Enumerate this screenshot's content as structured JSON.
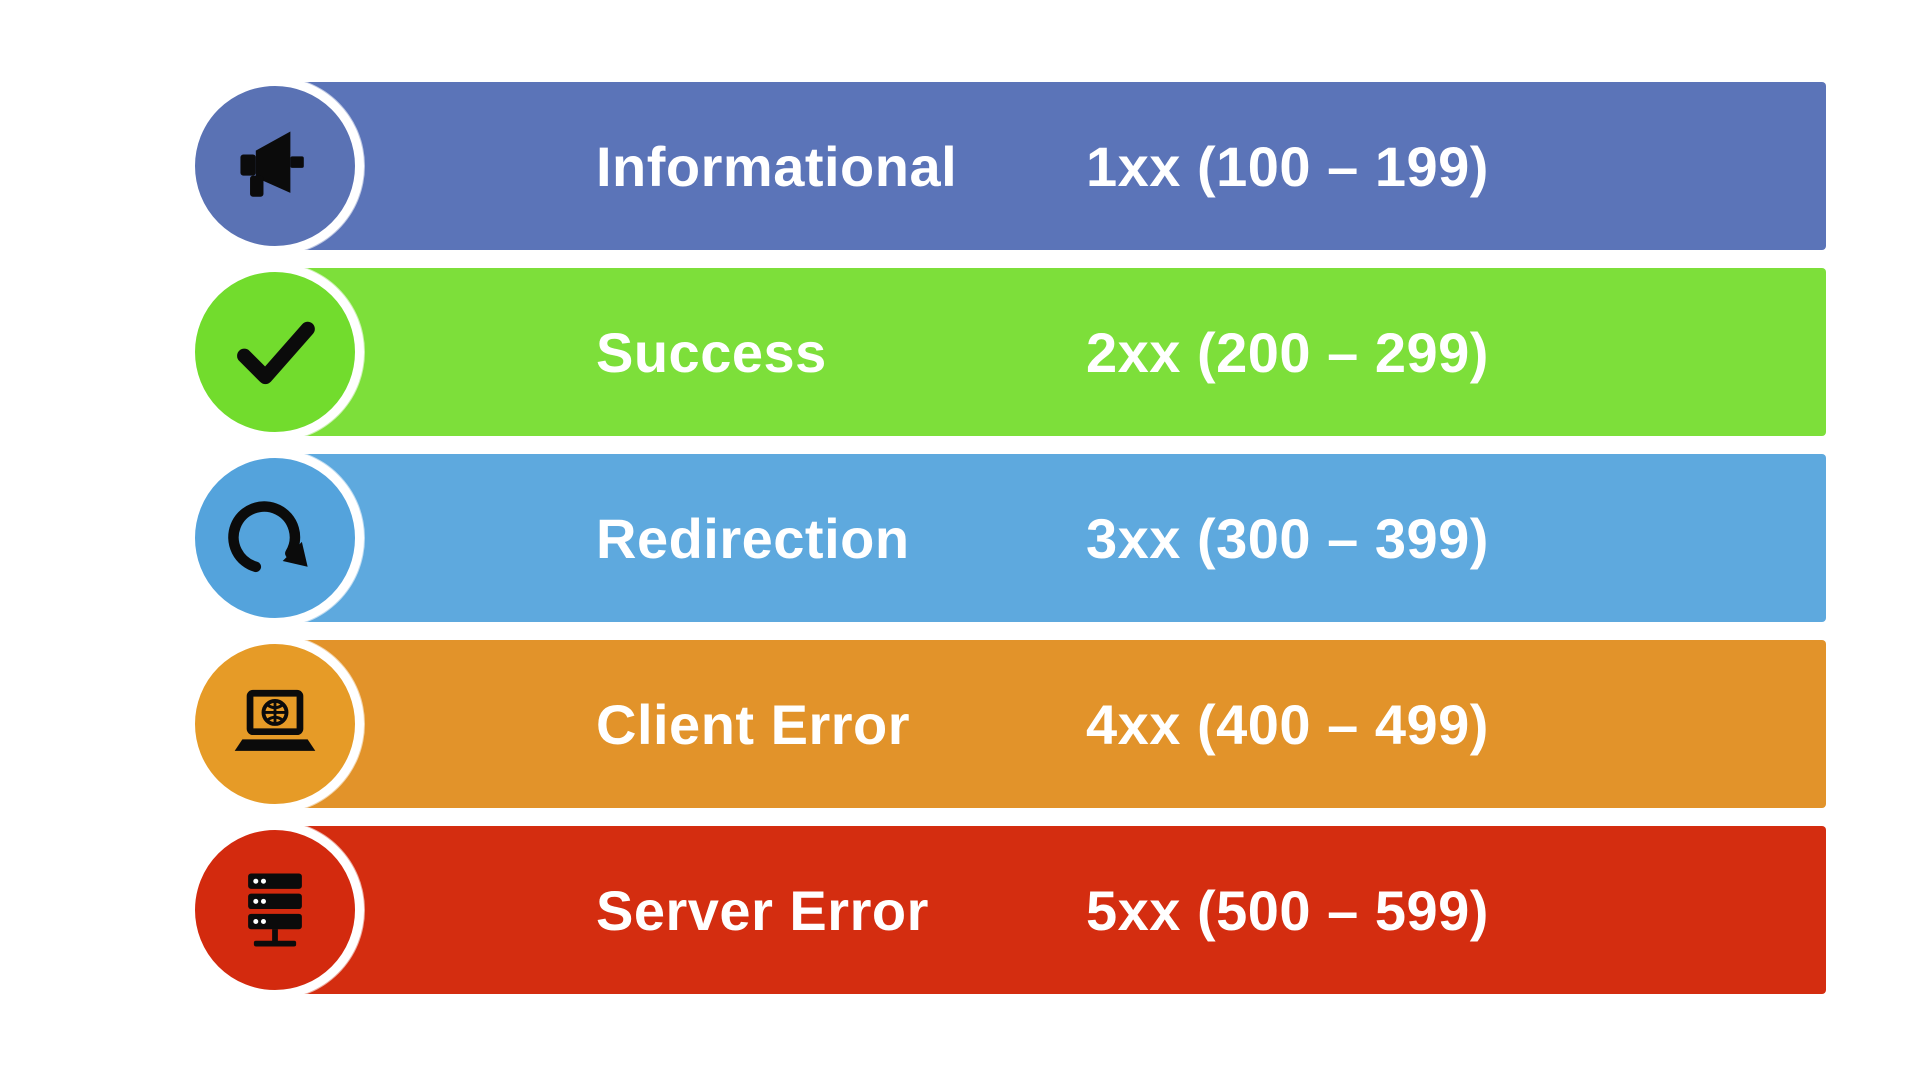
{
  "background_color": "#ffffff",
  "text_color": "#ffffff",
  "rows": [
    {
      "label": "Informational",
      "code": "1xx (100 – 199)",
      "bar_color": "#5b74b8",
      "circle_color": "#5a72b4",
      "icon": "megaphone-icon"
    },
    {
      "label": "Success",
      "code": "2xx (200 – 299)",
      "bar_color": "#7ddf3a",
      "circle_color": "#72dc2d",
      "icon": "checkmark-icon"
    },
    {
      "label": "Redirection",
      "code": "3xx (300 – 399)",
      "bar_color": "#5ea9de",
      "circle_color": "#54a3dc",
      "icon": "redo-arrow-icon"
    },
    {
      "label": "Client Error",
      "code": "4xx (400 – 499)",
      "bar_color": "#e2932a",
      "circle_color": "#e69b27",
      "icon": "laptop-globe-icon"
    },
    {
      "label": "Server Error",
      "code": "5xx (500 – 599)",
      "bar_color": "#d42d10",
      "circle_color": "#d32a0e",
      "icon": "server-icon"
    }
  ]
}
